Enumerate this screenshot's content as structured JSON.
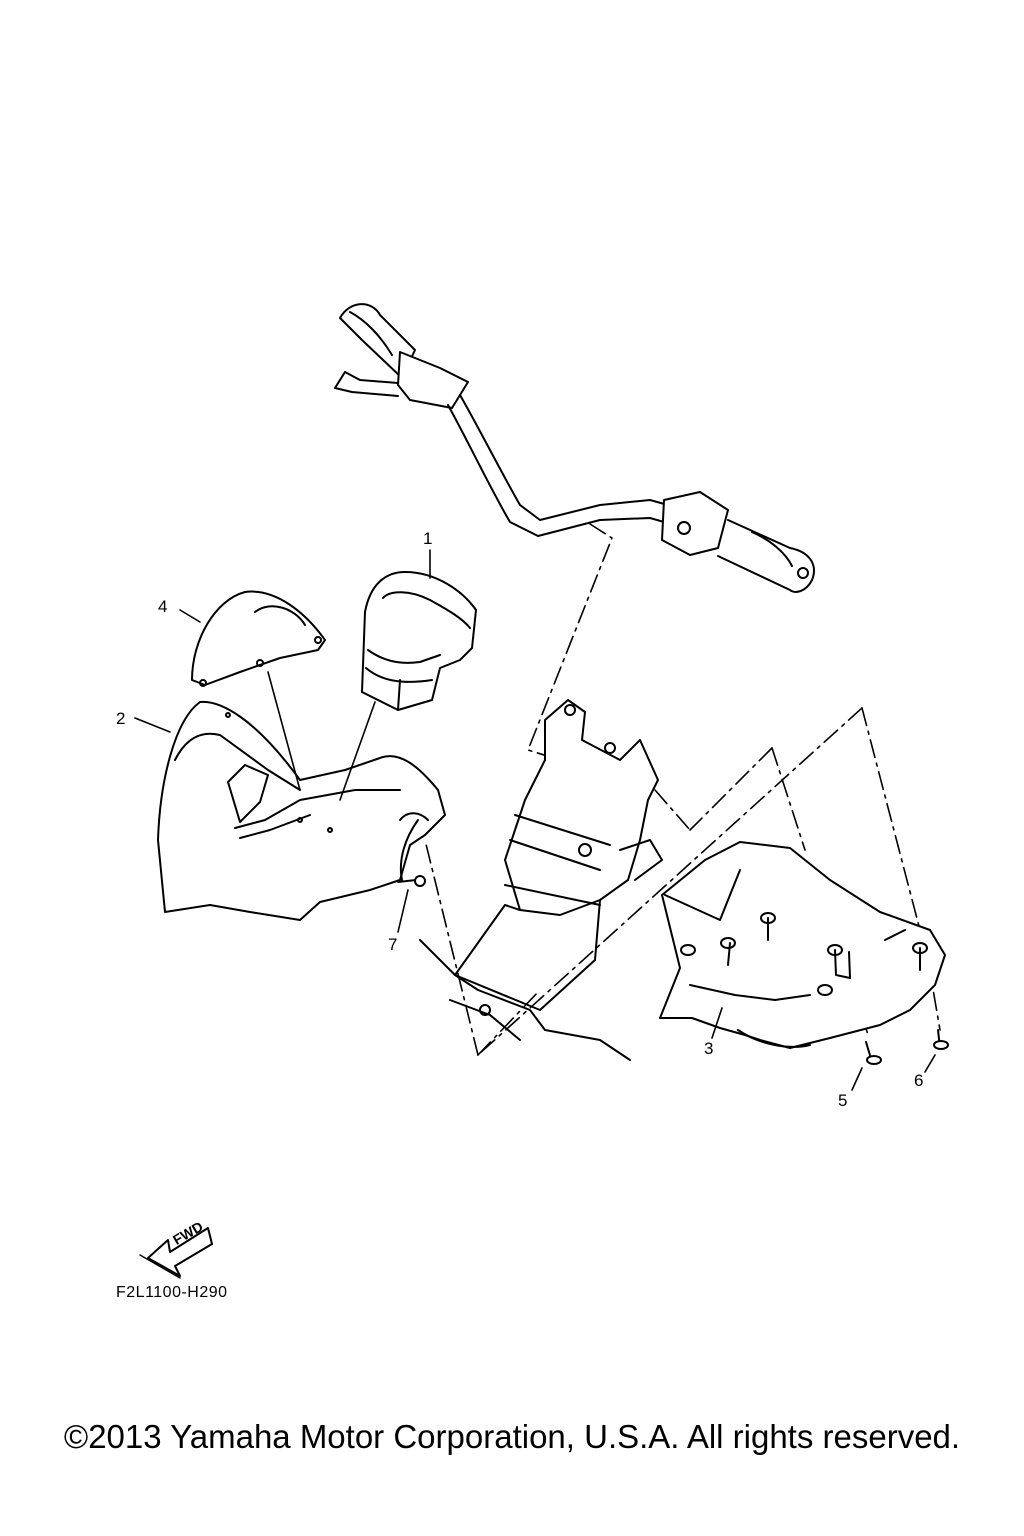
{
  "diagram": {
    "code": "F2L1100-H290",
    "copyright": "©2013 Yamaha Motor Corporation, U.S.A. All rights reserved.",
    "fwd_label": "FWD",
    "parts": [
      {
        "id": "1",
        "label": "1"
      },
      {
        "id": "2",
        "label": "2"
      },
      {
        "id": "3",
        "label": "3"
      },
      {
        "id": "4",
        "label": "4"
      },
      {
        "id": "5",
        "label": "5"
      },
      {
        "id": "6",
        "label": "6"
      },
      {
        "id": "7",
        "label": "7"
      }
    ]
  }
}
